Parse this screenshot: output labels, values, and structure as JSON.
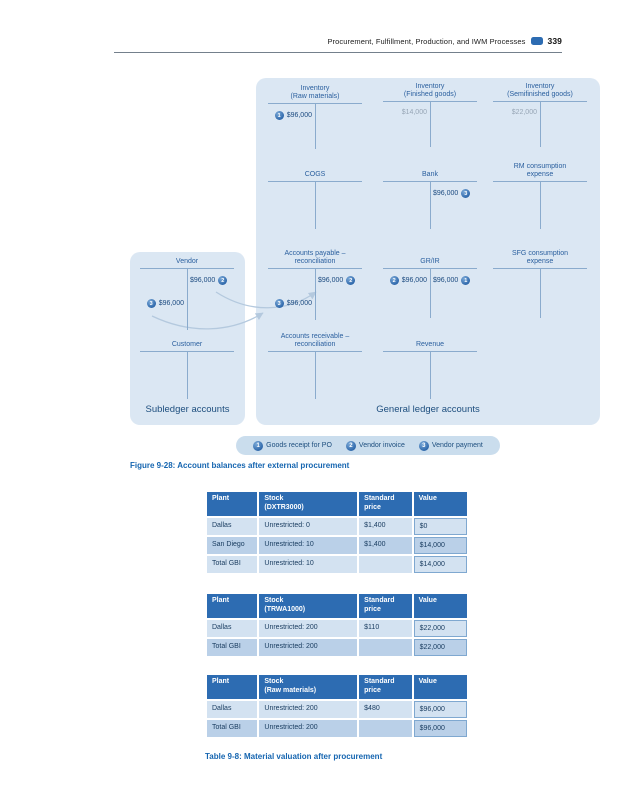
{
  "header": {
    "title": "Procurement, Fulfillment, Production, and IWM Processes",
    "page_number": "339"
  },
  "figure": {
    "caption": "Figure 9-28: Account balances after external procurement",
    "groups": {
      "subledger_label": "Subledger accounts",
      "general_ledger_label": "General ledger accounts"
    },
    "legend": [
      {
        "badge": "1",
        "label": "Goods receipt for PO"
      },
      {
        "badge": "2",
        "label": "Vendor invoice"
      },
      {
        "badge": "3",
        "label": "Vendor payment"
      }
    ],
    "accounts": {
      "inv_raw": {
        "title1": "Inventory",
        "title2": "(Raw materials)",
        "debit_badge": "1",
        "debit_amount": "$96,000"
      },
      "inv_fg": {
        "title1": "Inventory",
        "title2": "(Finished goods)",
        "debit_amount": "$14,000"
      },
      "inv_sfg": {
        "title1": "Inventory",
        "title2": "(Semifinished goods)",
        "debit_amount": "$22,000"
      },
      "cogs": {
        "title1": "COGS"
      },
      "bank": {
        "title1": "Bank",
        "credit_amount": "$96,000",
        "credit_badge": "3"
      },
      "rm_exp": {
        "title1": "RM consumption",
        "title2": "expense"
      },
      "ap": {
        "title1": "Accounts payable –",
        "title2": "reconciliation",
        "credit_amount": "$96,000",
        "credit_badge": "2",
        "debit2_badge": "3",
        "debit2_amount": "$96,000"
      },
      "grir": {
        "title1": "GR/IR",
        "debit_badge": "2",
        "debit_amount": "$96,000",
        "credit_amount": "$96,000",
        "credit_badge": "1"
      },
      "sfg_exp": {
        "title1": "SFG consumption",
        "title2": "expense"
      },
      "ar": {
        "title1": "Accounts receivable –",
        "title2": "reconciliation"
      },
      "revenue": {
        "title1": "Revenue"
      },
      "vendor": {
        "title1": "Vendor",
        "credit_amount": "$96,000",
        "credit_badge": "2",
        "debit2_badge": "3",
        "debit2_amount": "$96,000"
      },
      "customer": {
        "title1": "Customer"
      }
    }
  },
  "tables": [
    {
      "headers": [
        "Plant",
        "Stock\n(DXTR3000)",
        "Standard\nprice",
        "Value"
      ],
      "rows": [
        [
          "Dallas",
          "Unrestricted: 0",
          "$1,400",
          "$0"
        ],
        [
          "San Diego",
          "Unrestricted: 10",
          "$1,400",
          "$14,000"
        ],
        [
          "Total GBI",
          "Unrestricted: 10",
          "",
          "$14,000"
        ]
      ]
    },
    {
      "headers": [
        "Plant",
        "Stock\n(TRWA1000)",
        "Standard\nprice",
        "Value"
      ],
      "rows": [
        [
          "Dallas",
          "Unrestricted: 200",
          "$110",
          "$22,000"
        ],
        [
          "Total GBI",
          "Unrestricted: 200",
          "",
          "$22,000"
        ]
      ]
    },
    {
      "headers": [
        "Plant",
        "Stock\n(Raw materials)",
        "Standard\nprice",
        "Value"
      ],
      "rows": [
        [
          "Dallas",
          "Unrestricted: 200",
          "$480",
          "$96,000"
        ],
        [
          "Total GBI",
          "Unrestricted: 200",
          "",
          "$96,000"
        ]
      ]
    }
  ],
  "table_caption": "Table 9-8: Material valuation after procurement",
  "colors": {
    "accent": "#2d6cb2",
    "box_fill": "#dbe7f3",
    "muted_amount": "#97a6b6"
  }
}
